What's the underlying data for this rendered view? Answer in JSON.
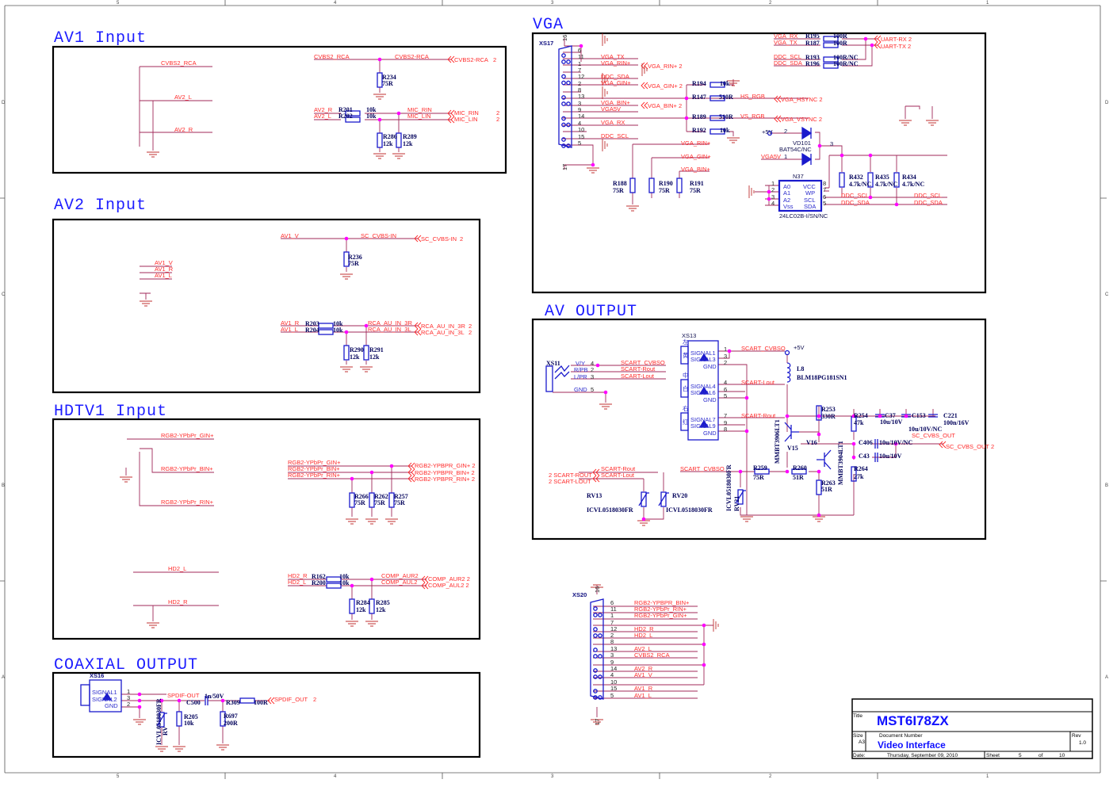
{
  "sheet": {
    "col_numbers": [
      "5",
      "4",
      "3",
      "2",
      "1"
    ],
    "row_letters": [
      "D",
      "C",
      "B",
      "A"
    ]
  },
  "titles": {
    "av1": "AV1 Input",
    "av2": "AV2 Input",
    "hdtv": "HDTV1 Input",
    "coax": "COAXIAL OUTPUT",
    "vga": "VGA",
    "avout": "AV OUTPUT"
  },
  "av1": {
    "t": [
      "CVBS2_RCA",
      "AV2_L",
      "AV2_R",
      "CVBS2_RCA",
      "CVBS2-RCA",
      "CVBS2-RCA",
      "2",
      "R234",
      "75R",
      "AV2_R",
      "R201",
      "10k",
      "MIC_RIN",
      "AV2_L",
      "R202",
      "10k",
      "MIC_LIN",
      "MIC_RIN",
      "2",
      "MIC_LIN",
      "2",
      "R286",
      "12k",
      "R289",
      "12k"
    ]
  },
  "av2": {
    "t": [
      "AV1_V",
      "SC_CVBS-IN",
      "SC_CVBS-IN",
      "2",
      "R236",
      "75R",
      "AV1_V",
      "AV1_R",
      "AV1_L",
      "AV1_R",
      "R203",
      "10k",
      "RCA_AU_IN_3R",
      "AV1_L",
      "R204",
      "10k",
      "RCA_AU_IN_3L",
      "RCA_AU_IN_3R",
      "2",
      "RCA_AU_IN_3L",
      "2",
      "R290",
      "12k",
      "R291",
      "12k"
    ]
  },
  "hdtv": {
    "t": [
      "RGB2-YPbPr_GIN+",
      "RGB2-YPbPr_BIN+",
      "RGB2-YPbPr_RIN+",
      "RGB2-YPbPr_GIN+",
      "RGB2-YPbPr_BIN+",
      "RGB2-YPbPr_RIN+",
      "RGB2-YPBPR_GIN+ 2",
      "RGB2-YPBPR_BIN+ 2",
      "RGB2-YPBPR_RIN+ 2",
      "R266",
      "75R",
      "R262",
      "75R",
      "R257",
      "75R",
      "HD2_L",
      "HD2_R",
      "HD2_R",
      "R162",
      "10k",
      "COMP_AUR2",
      "HD2_L",
      "R200",
      "10k",
      "COMP_AUL2",
      "COMP_AUR2 2",
      "COMP_AUL2 2",
      "R284",
      "12k",
      "R285",
      "12k"
    ]
  },
  "coax": {
    "t": [
      "XS16",
      "SIGNAL1",
      "SIGNAL2",
      "GND",
      "1",
      "3",
      "2",
      "SPDIF-OUT",
      "C500",
      "1n/50V",
      "R309",
      "100R",
      "SPDIF_OUT",
      "2",
      "ICVL0518030FR",
      "RV",
      "R205",
      "10k",
      "R697",
      "200R"
    ]
  },
  "vga": {
    "t": [
      "XS17",
      "16",
      "17",
      "6",
      "11",
      "1",
      "7",
      "12",
      "2",
      "8",
      "13",
      "3",
      "9",
      "14",
      "4",
      "10",
      "15",
      "5",
      "VGA_TX",
      "VGA_RIN+",
      "DDC_SDA",
      "VGA_GIN+",
      "VGA_BIN+",
      "VGA5V",
      "VGA_RX",
      "DDC_SCL",
      "VGA_RIN+ 2",
      "VGA_GIN+ 2",
      "VGA_BIN+ 2",
      "R194",
      "10k",
      "R147",
      "510R",
      "HS_RGB",
      "VGA_HSYNC 2",
      "R189",
      "510R",
      "VS_RGB",
      "VGA_VSYNC 2",
      "R192",
      "10k",
      "VGA_RIN+",
      "VGA_GIN+",
      "VGA_BIN+",
      "R188",
      "75R",
      "R190",
      "75R",
      "R191",
      "75R",
      "VGA_RX",
      "R195",
      "100R",
      "VGA_TX",
      "R187",
      "100R",
      "UART-RX 2",
      "UART-TX 2",
      "DDC_SCL",
      "R193",
      "100R/NC",
      "DDC_SDA",
      "R196",
      "100R/NC",
      "+5V",
      "2",
      "VD101",
      "BAT54C/NC",
      "VGA5V",
      "1",
      "3",
      "N37",
      "A0",
      "A1",
      "A2",
      "Vss",
      "VCC",
      "WP",
      "SCL",
      "SDA",
      "1",
      "2",
      "3",
      "4",
      "8",
      "7",
      "6",
      "5",
      "24LC02B-I/SN/NC",
      "R432",
      "4.7k/NC",
      "R435",
      "4.7k/NC",
      "R434",
      "4.7k/NC",
      "DDC_SCL",
      "DDC_SDA",
      "DDC_SCL",
      "DDC_SDA"
    ]
  },
  "avout": {
    "t": [
      "XS11",
      "V/Y",
      "R/PB",
      "L/PR",
      "GND",
      "4",
      "2",
      "3",
      "5",
      "SCART_CVBSO",
      "SCART-Rout",
      "SCART-Lout",
      "XS13",
      "SIGNAL1",
      "SIGNAL3",
      "GND",
      "SIGNAL4",
      "SIGNAL6",
      "GND",
      "SIGNAL7",
      "SIGNAL9",
      "GND",
      "1",
      "3",
      "2",
      "4",
      "6",
      "5",
      "7",
      "9",
      "8",
      "左",
      "黄",
      "中",
      "白",
      "右",
      "红",
      "SCART_CVBSO",
      "SCART-Lout",
      "SCART-Rout",
      "+5V",
      "L8",
      "BLM18PG181SN1",
      "MMBT3906LT1",
      "V15",
      "V16",
      "MMBT3904LT1",
      "R253",
      "330R",
      "R254",
      "47k",
      "C37",
      "10u/10V",
      "C153",
      "10u/10V/NC",
      "C221",
      "100n/16V",
      "C406",
      "10u/10V/NC",
      "SC_CVBS_OUT",
      "SC_CVBS_OUT 2",
      "C43",
      "10u/10V",
      "R264",
      "27k",
      "SCART_CVBSO",
      "R259",
      "75R",
      "R260",
      "51R",
      "R263",
      "51R",
      "ICVL0518030FR",
      "RV21",
      "2 SCART-ROUT",
      "2 SCART-LOUT",
      "SCART-Rout",
      "SCART-Lout",
      "RV13",
      "ICVL0518030FR",
      "RV20",
      "ICVL0518030FR"
    ]
  },
  "xs20": {
    "t": [
      "XS20",
      "16",
      "17",
      "6",
      "11",
      "1",
      "7",
      "12",
      "2",
      "8",
      "13",
      "3",
      "9",
      "14",
      "4",
      "10",
      "15",
      "5",
      "RGB2-YPBPR_BIN+",
      "RGB2-YPbPr_RIN+",
      "RGB2-YPbPr_GIN+",
      "HD2_R",
      "HD2_L",
      "AV2_L",
      "CVBS2_RCA",
      "AV2_R",
      "AV1_V",
      "AV1_R",
      "AV1_L"
    ]
  },
  "titleblock": {
    "title_label": "Title",
    "title": "MST6I78ZX",
    "size_label": "Size",
    "size": "A3",
    "docnum_label": "Document Number",
    "docnum": "Video Interface",
    "rev_label": "Rev",
    "rev": "1.0",
    "date_label": "Date:",
    "date": "Thursday, September 09, 2010",
    "sheet_label": "Sheet",
    "sheet": "5",
    "of_label": "of",
    "sheets": "10"
  },
  "colors": {
    "wire": "#a0285a",
    "net": "#ff2a2a",
    "part": "#1a1acc",
    "junction": "#ff00ff",
    "title": "#1c1cff"
  }
}
